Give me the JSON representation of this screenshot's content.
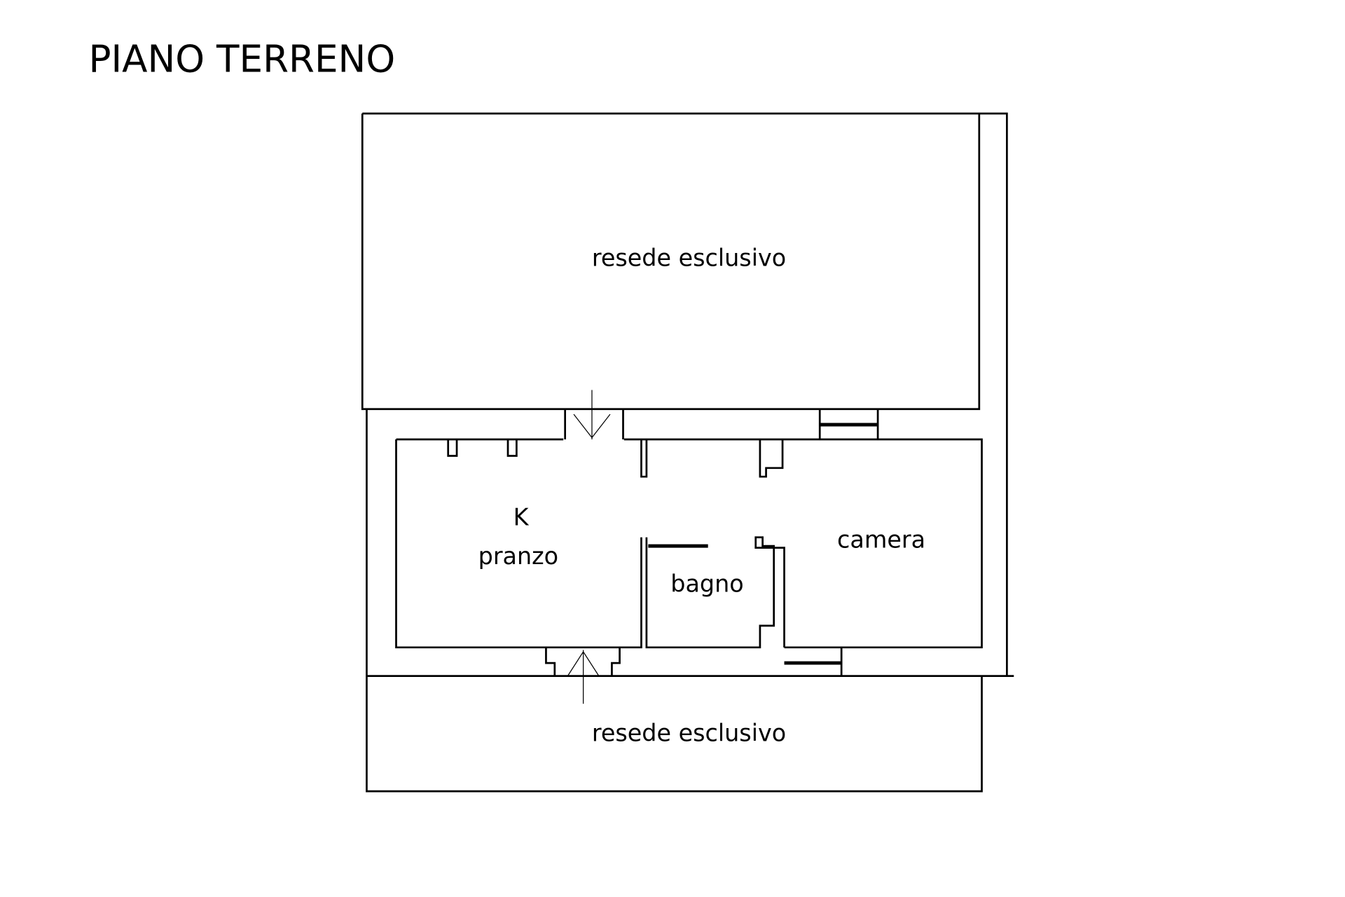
{
  "title": "PIANO TERRENO",
  "rooms": {
    "garden_top": "resede esclusivo",
    "kitchen": "K",
    "dining": "pranzo",
    "bathroom": "bagno",
    "bedroom": "camera",
    "garden_bottom": "resede esclusivo"
  }
}
